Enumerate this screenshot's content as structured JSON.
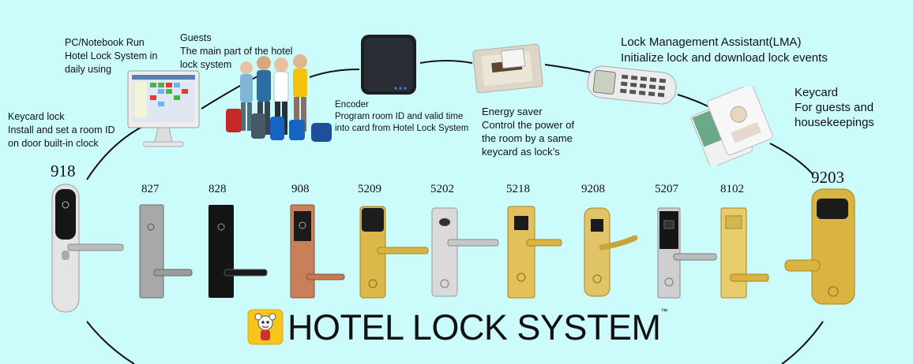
{
  "captions": {
    "pc": "PC/Notebook    Run\nHotel Lock System in\ndaily using",
    "guests": "Guests\nThe main part of the  hotel\nlock system",
    "encoder": "Encoder\nProgram room ID and valid time\ninto card from Hotel Lock System",
    "energy": "Energy saver\nControl the power of\nthe room by a same\nkeycard as lock’s",
    "lma": "Lock Management Assistant(LMA)\nInitialize lock and download lock events",
    "keycard": "Keycard\nFor guests  and\nhousekeepings",
    "keycard_lock": "Keycard lock\nInstall and set a room ID\non door built-in clock"
  },
  "models": [
    "918",
    "827",
    "828",
    "908",
    "5209",
    "5202",
    "5218",
    "9208",
    "5207",
    "8102",
    "9203"
  ],
  "brand": {
    "title": "HOTEL LOCK SYSTEM",
    "tm": "™"
  },
  "colors": {
    "background": "#ccfbfb",
    "gold": "#d9b441",
    "silver": "#c9c9c9",
    "black": "#151515",
    "copper": "#c9805a"
  }
}
